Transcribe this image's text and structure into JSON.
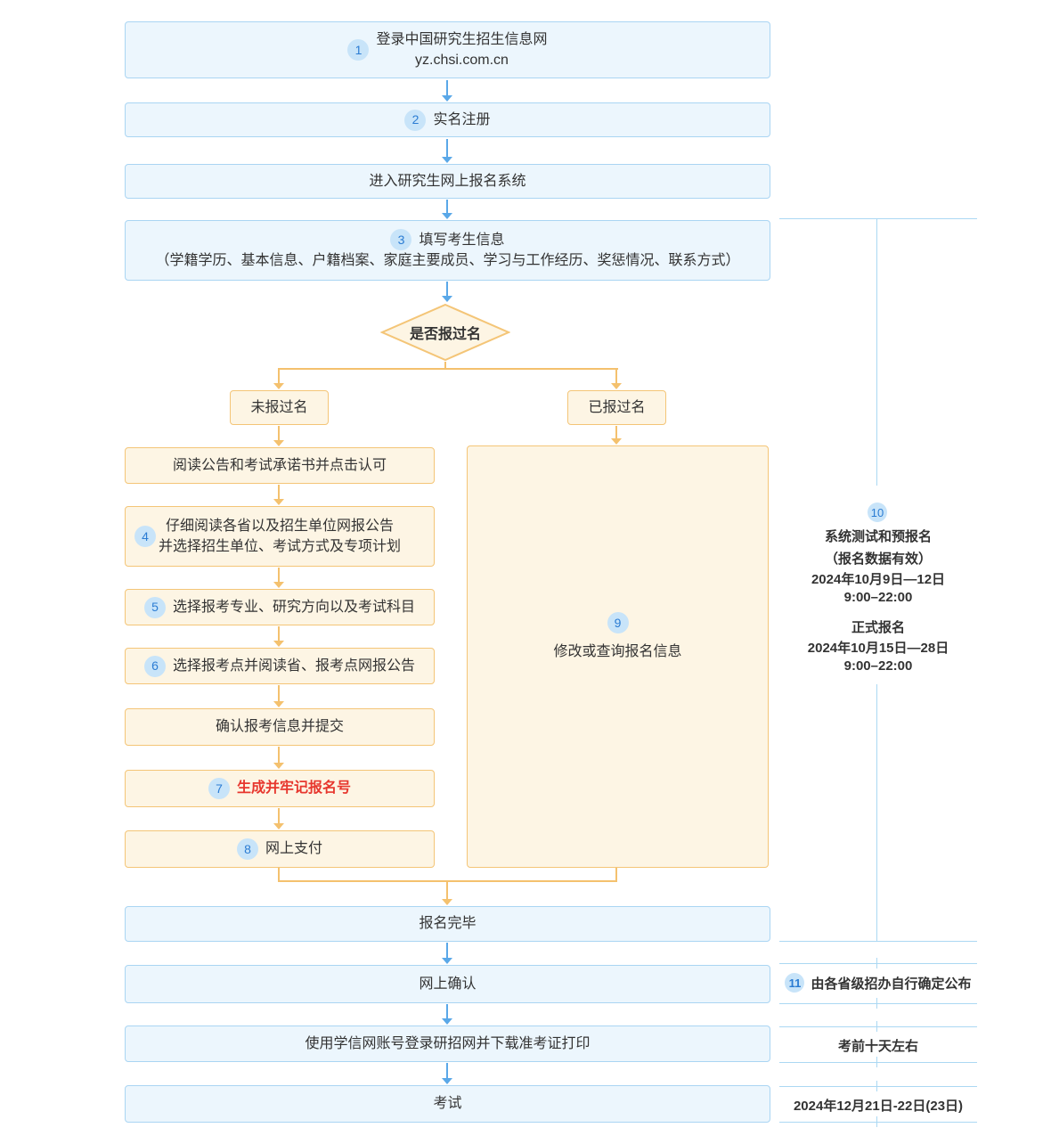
{
  "colors": {
    "blue_fill": "#ecf6fd",
    "blue_border": "#aad5f3",
    "orange_fill": "#fdf5e4",
    "orange_border": "#f4c577",
    "arrow_blue": "#5aa8e8",
    "arrow_orange": "#f4c16e",
    "badge_bg": "#c8e4f9",
    "badge_text": "#2b7cd3",
    "red_text": "#e7372e",
    "line_blue": "#abd8f3",
    "text": "#333333"
  },
  "flow": {
    "step1": {
      "badge": "1",
      "title": "登录中国研究生招生信息网",
      "subtitle": "yz.chsi.com.cn"
    },
    "step2": {
      "badge": "2",
      "label": "实名注册"
    },
    "step3": {
      "label": "进入研究生网上报名系统"
    },
    "step4": {
      "badge": "3",
      "title": "填写考生信息",
      "subtitle": "（学籍学历、基本信息、户籍档案、家庭主要成员、学习与工作经历、奖惩情况、联系方式）"
    },
    "decision": {
      "label": "是否报过名"
    },
    "branch_left": {
      "label": "未报过名"
    },
    "branch_right": {
      "label": "已报过名"
    },
    "left_steps": [
      {
        "label": "阅读公告和考试承诺书并点击认可"
      },
      {
        "badge": "4",
        "line1": "仔细阅读各省以及招生单位网报公告",
        "line2": "并选择招生单位、考试方式及专项计划"
      },
      {
        "badge": "5",
        "label": "选择报考专业、研究方向以及考试科目"
      },
      {
        "badge": "6",
        "label": "选择报考点并阅读省、报考点网报公告"
      },
      {
        "label": "确认报考信息并提交"
      },
      {
        "badge": "7",
        "label": "生成并牢记报名号"
      },
      {
        "badge": "8",
        "label": "网上支付"
      }
    ],
    "right_box": {
      "badge": "9",
      "label": "修改或查询报名信息"
    },
    "step_done": {
      "label": "报名完毕"
    },
    "step_confirm": {
      "label": "网上确认"
    },
    "step_download": {
      "label": "使用学信网账号登录研招网并下载准考证打印"
    },
    "step_exam": {
      "label": "考试"
    }
  },
  "timeline": {
    "period1": {
      "badge": "10",
      "title": "系统测试和预报名",
      "note": "（报名数据有效）",
      "date": "2024年10月9日—12日",
      "time": "9:00–22:00"
    },
    "period2": {
      "title": "正式报名",
      "date": "2024年10月15日—28日",
      "time": "9:00–22:00"
    },
    "row_confirm": {
      "badge": "11",
      "label": "由各省级招办自行确定公布"
    },
    "row_download": {
      "label": "考前十天左右"
    },
    "row_exam": {
      "label": "2024年12月21日-22日(23日)"
    }
  }
}
